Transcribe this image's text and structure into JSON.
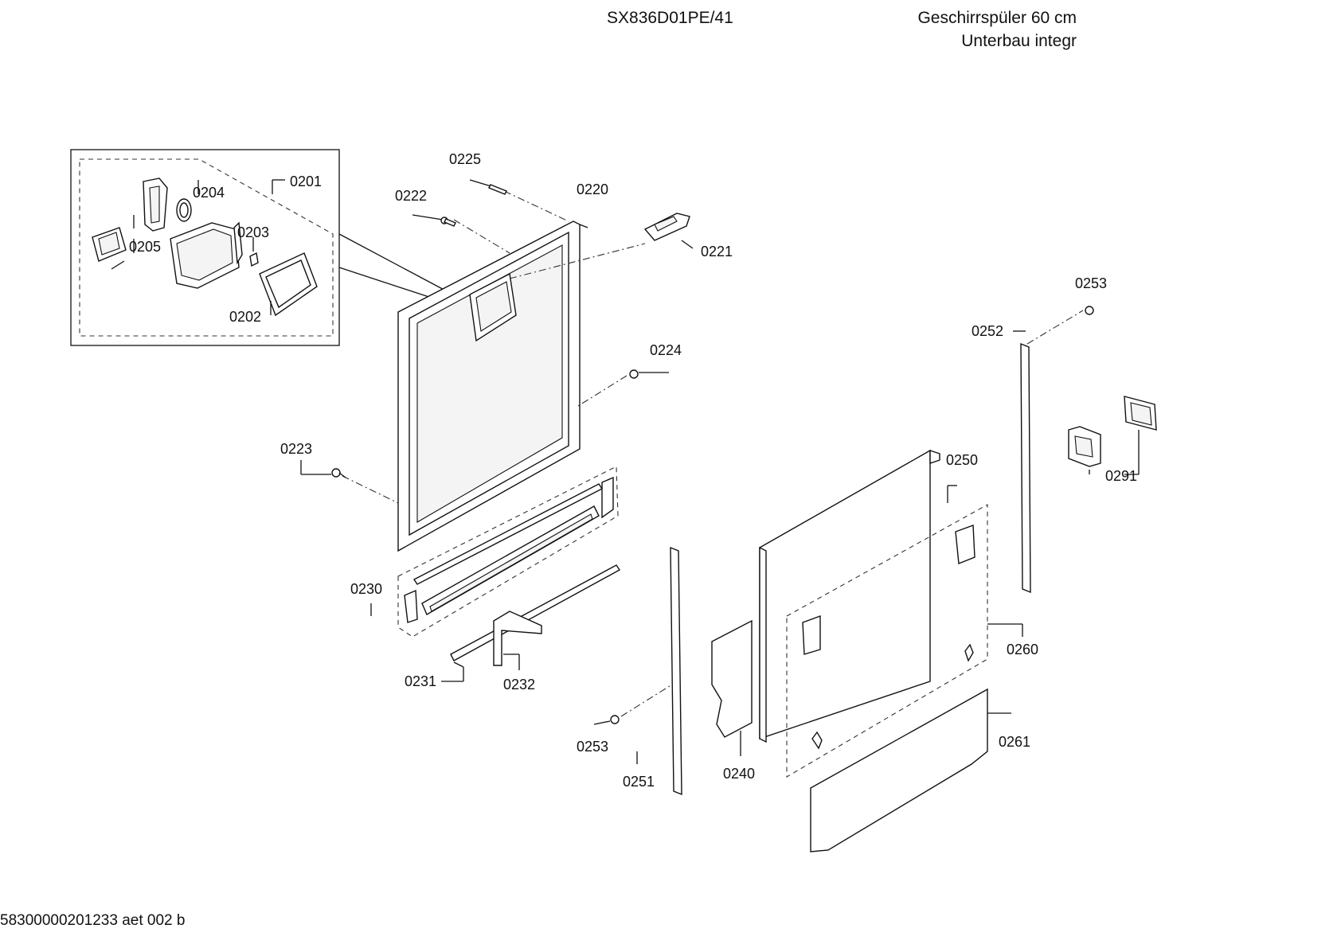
{
  "header": {
    "model": "SX836D01PE/41",
    "title_line1": "Geschirrspüler 60 cm",
    "title_line2": "Unterbau integr"
  },
  "footer": {
    "doc_id": "58300000201233 aet 002 b"
  },
  "parts": {
    "p0201": "0201",
    "p0202": "0202",
    "p0203": "0203",
    "p0204": "0204",
    "p0205": "0205",
    "p0220": "0220",
    "p0221": "0221",
    "p0222": "0222",
    "p0223": "0223",
    "p0224": "0224",
    "p0225": "0225",
    "p0230": "0230",
    "p0231": "0231",
    "p0232": "0232",
    "p0240": "0240",
    "p0250": "0250",
    "p0251": "0251",
    "p0252": "0252",
    "p0253_top": "0253",
    "p0253_bottom": "0253",
    "p0260": "0260",
    "p0261": "0261",
    "p0291": "0291"
  }
}
